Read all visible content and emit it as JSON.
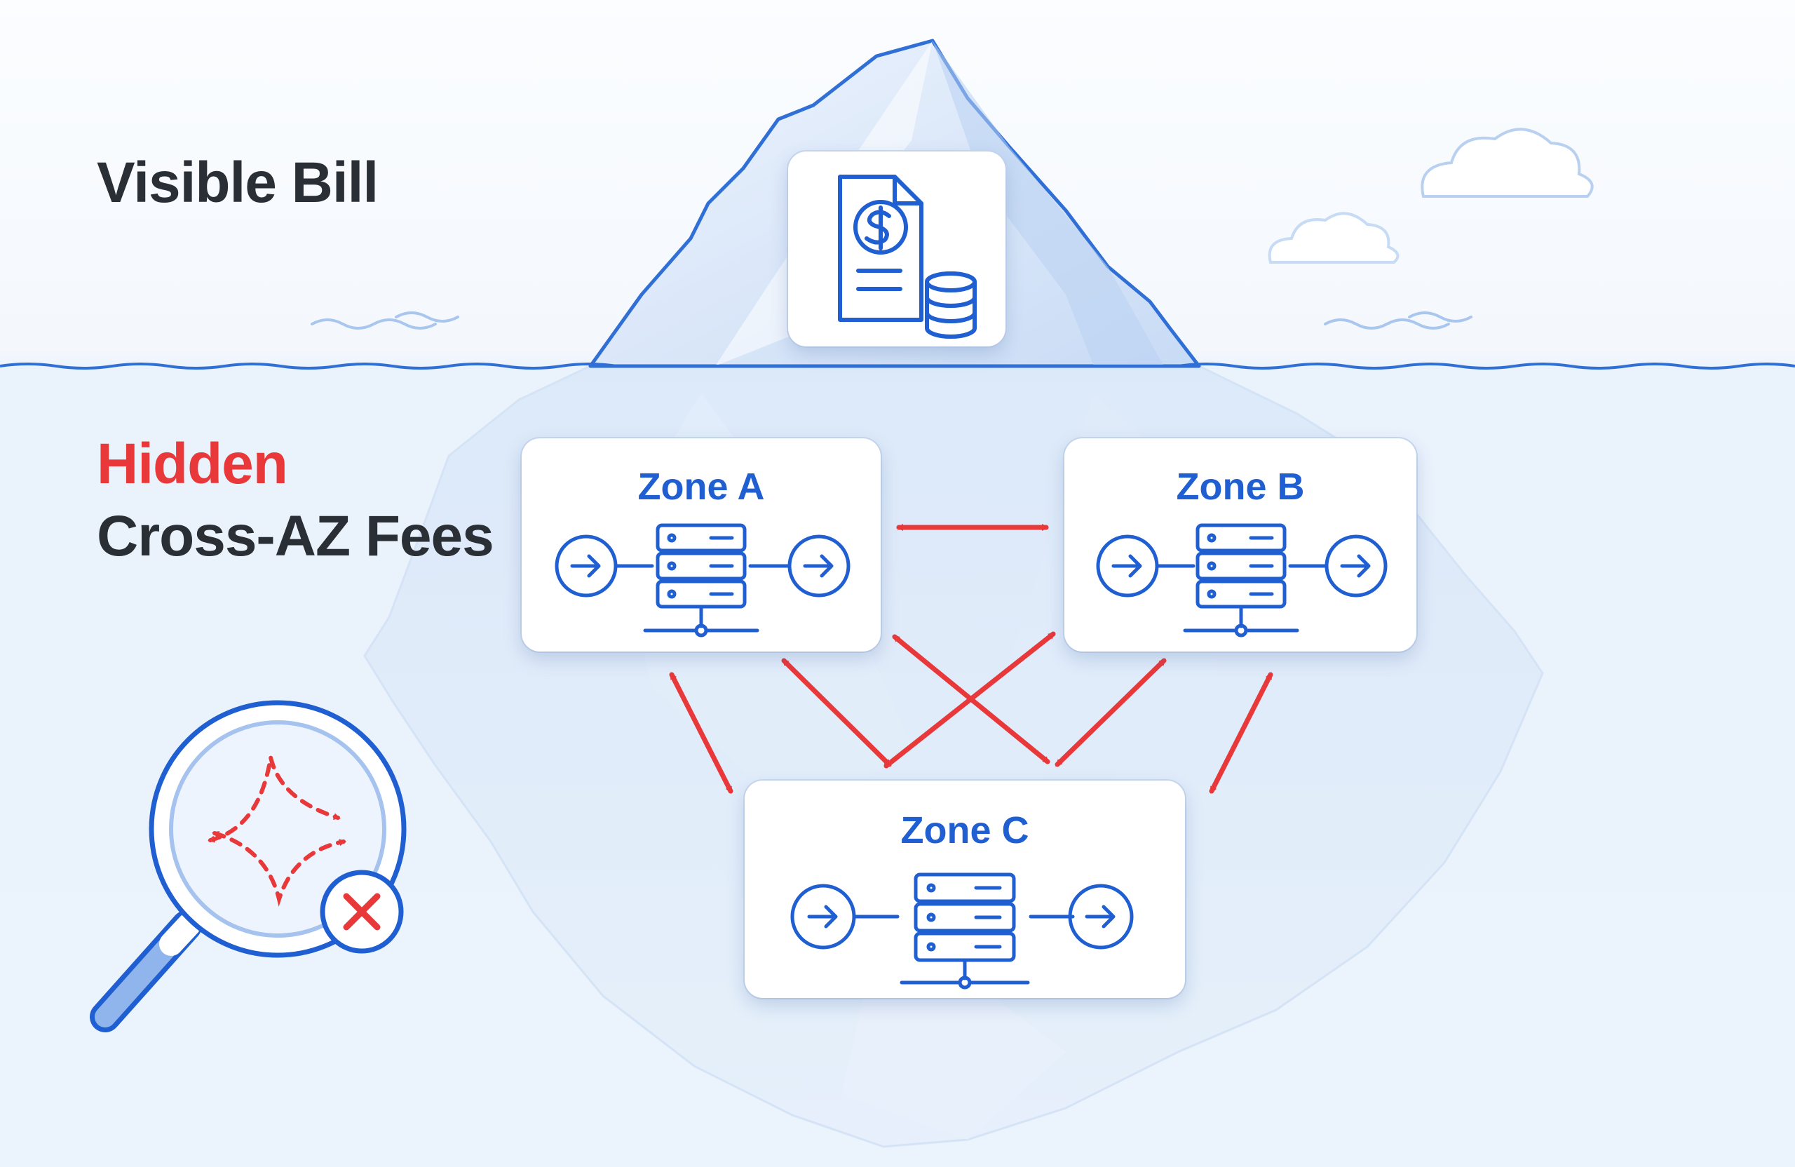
{
  "labels": {
    "visible": "Visible Bill",
    "hidden": "Hidden",
    "fees": "Cross-AZ Fees"
  },
  "zones": [
    {
      "name": "Zone A"
    },
    {
      "name": "Zone B"
    },
    {
      "name": "Zone C"
    }
  ],
  "icons": {
    "bill": "invoice-dollar-icon",
    "coins": "coin-stack-icon",
    "server": "server-rack-icon",
    "flow": "arrow-right-circle-icon",
    "magnifier": "magnifying-glass-icon",
    "error": "x-circle-icon"
  },
  "colors": {
    "accent_blue": "#1f5fd1",
    "alert_red": "#e8383a",
    "text_dark": "#2a2e35",
    "water_line": "#2f6fd6",
    "ice_fill": "#d3e3f8"
  }
}
